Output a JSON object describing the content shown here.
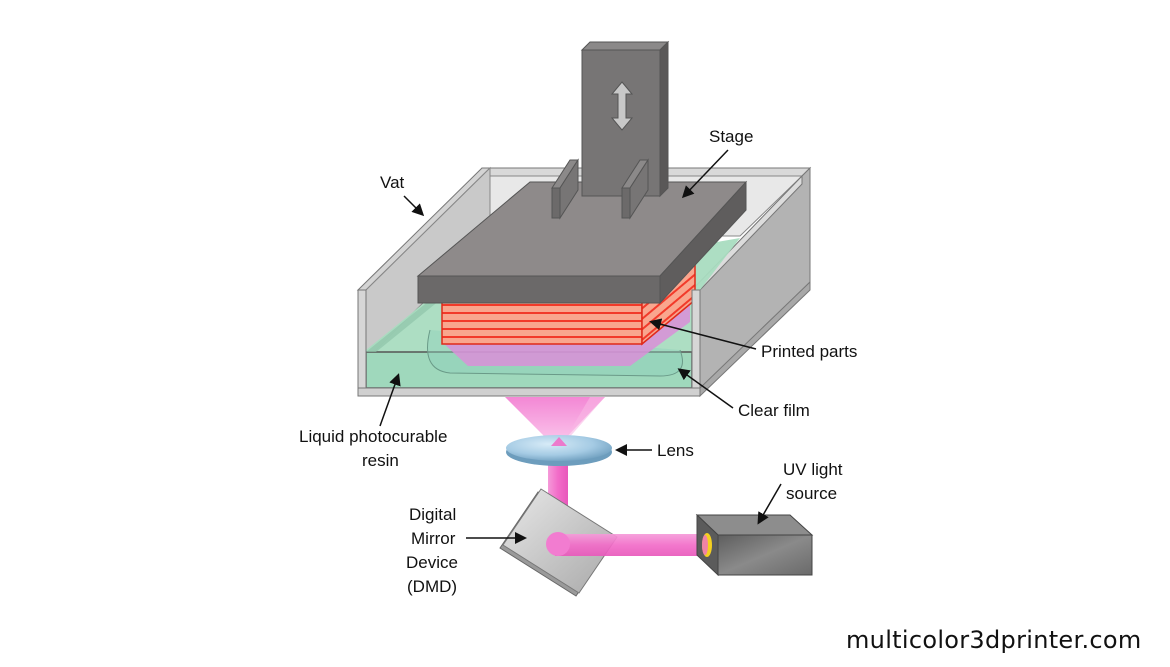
{
  "diagram": {
    "title": "DLP vat photopolymerization 3D printer schematic",
    "labels": {
      "stage": "Stage",
      "vat": "Vat",
      "printed_parts": "Printed parts",
      "clear_film": "Clear film",
      "resin_line1": "Liquid photocurable",
      "resin_line2": "resin",
      "lens": "Lens",
      "uv_line1": "UV light",
      "uv_line2": "source",
      "dmd_line1": "Digital",
      "dmd_line2": "Mirror",
      "dmd_line3": "Device",
      "dmd_line4": "(DMD)"
    },
    "icons": {
      "stage_motion": "up-down-arrow-icon"
    },
    "colors": {
      "stage": "#8a8787",
      "vat_wall": "#cfcfcf",
      "resin": "#a9dcc0",
      "printed_part": "#f26a5b",
      "light_beam": "#f06fc8",
      "lens": "#a9cde6",
      "uv_source": "#707070",
      "uv_glow": "#f5d020"
    }
  },
  "watermark": "multicolor3dprinter.com"
}
